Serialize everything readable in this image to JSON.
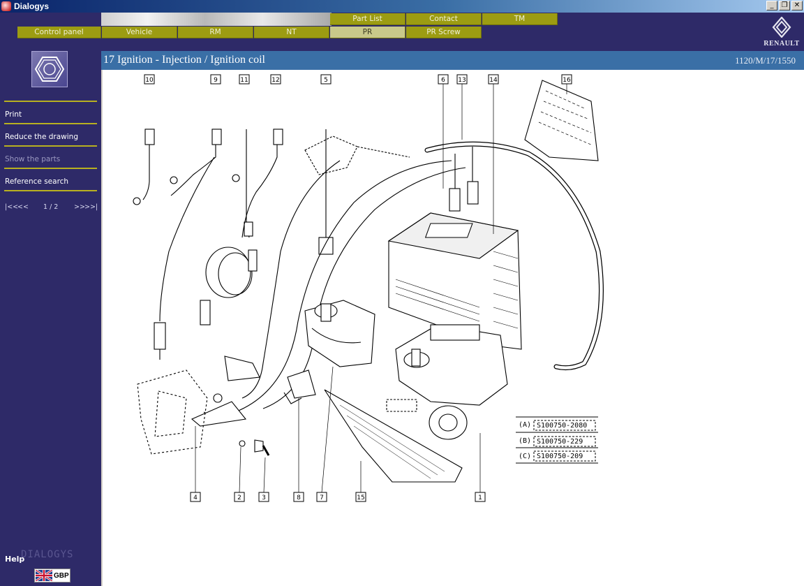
{
  "window": {
    "title": "Dialogys",
    "controls": [
      "_",
      "❐",
      "✕"
    ]
  },
  "top_tabs": [
    {
      "label": "Part List"
    },
    {
      "label": "Contact"
    },
    {
      "label": "TM"
    }
  ],
  "nav_tabs": [
    {
      "label": "Control panel",
      "active": false
    },
    {
      "label": "Vehicle",
      "active": false
    },
    {
      "label": "RM",
      "active": false
    },
    {
      "label": "NT",
      "active": false
    },
    {
      "label": "PR",
      "active": true
    },
    {
      "label": "PR Screw",
      "active": false
    }
  ],
  "brand_logo": {
    "label": "RENAULT"
  },
  "sidebar": {
    "menu": [
      {
        "label": "Print",
        "enabled": true
      },
      {
        "label": "Reduce the drawing",
        "enabled": true
      },
      {
        "label": "Show the parts",
        "enabled": false
      },
      {
        "label": "Reference search",
        "enabled": true
      }
    ],
    "pager": {
      "first": "|<<",
      "prev": "<<",
      "page": "1 / 2",
      "next": ">>",
      "last": ">>|"
    },
    "help_label": "Help",
    "brand_watermark": "DIALOGYS",
    "currency": "GBP"
  },
  "document": {
    "title": "17 Ignition - Injection / Ignition coil",
    "reference": "1120/M/17/1550"
  },
  "drawing": {
    "callouts_top": [
      "10",
      "9",
      "11",
      "12",
      "5",
      "6",
      "13",
      "14",
      "16"
    ],
    "callouts_bottom": [
      "4",
      "2",
      "3",
      "8",
      "7",
      "15",
      "1"
    ],
    "references": [
      {
        "key": "(A)",
        "code": "S100750-2080"
      },
      {
        "key": "(B)",
        "code": "S100750-229"
      },
      {
        "key": "(C)",
        "code": "S100750-209"
      }
    ]
  },
  "colors": {
    "navy": "#2e2a68",
    "olive": "#9c9c12",
    "doc_header": "#3a6fa6"
  }
}
